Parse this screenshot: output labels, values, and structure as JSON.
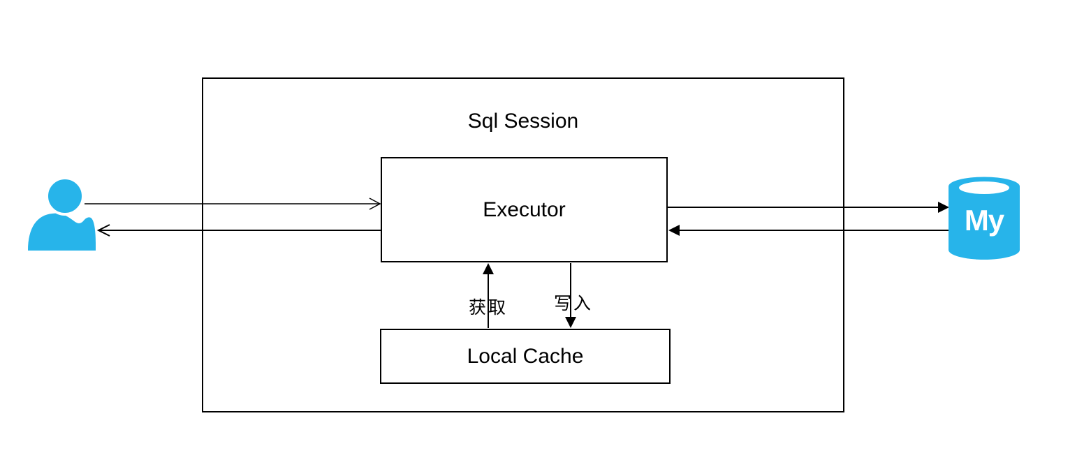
{
  "diagram": {
    "outer_box_title": "Sql Session",
    "nodes": {
      "executor_label": "Executor",
      "local_cache_label": "Local Cache"
    },
    "edge_labels": {
      "fetch": "获取",
      "write": "写入"
    },
    "mysql_logo_text": "My",
    "icons": {
      "left_actor": "user-icon",
      "right_datastore": "mysql-database-icon"
    },
    "colors": {
      "accent_cyan": "#27b4ea",
      "line_black": "#000000",
      "background": "#ffffff"
    }
  }
}
